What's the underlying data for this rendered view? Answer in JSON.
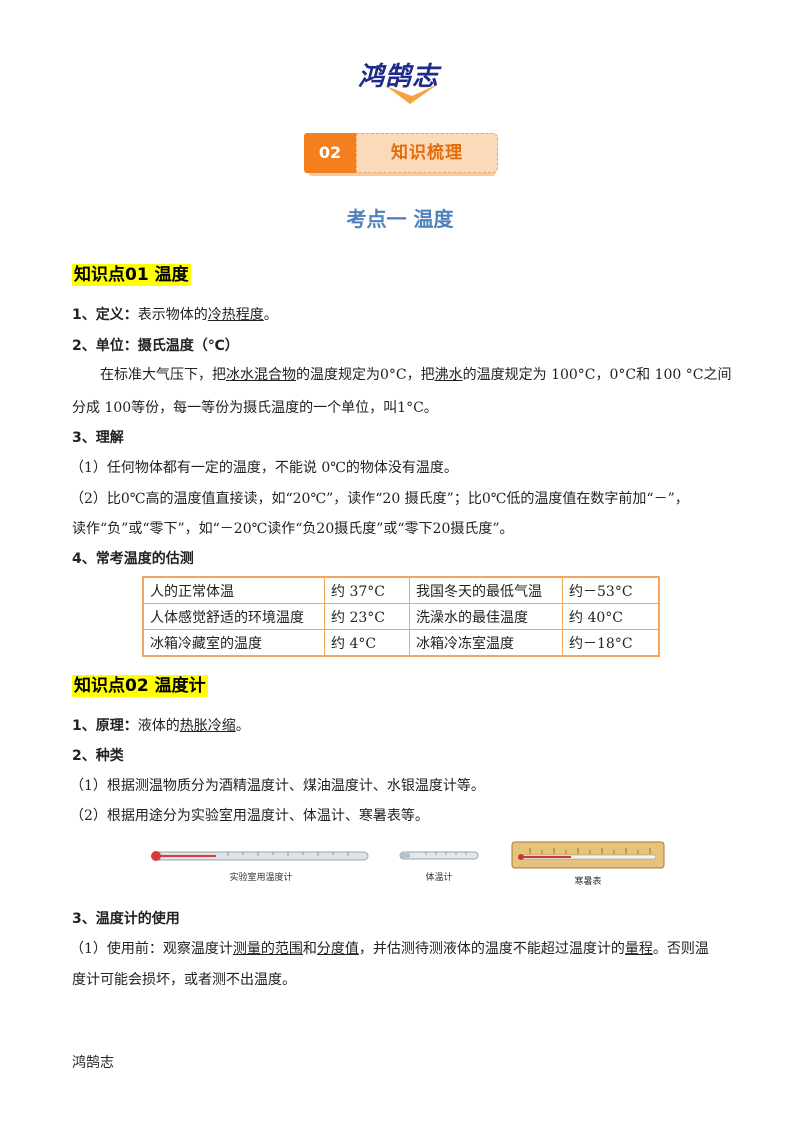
{
  "logo": {
    "text": "鸿鹄志"
  },
  "badge": {
    "number": "02",
    "label": "知识梳理"
  },
  "section_title": "考点一 温度",
  "kp1": {
    "heading": "知识点01 温度",
    "def_label": "1、定义：",
    "def_text": "表示物体的",
    "def_underline": "冷热程度",
    "def_end": "。",
    "unit_label": "2、单位：摄氏温度（℃）",
    "unit_p1_a": "在标准大气压下，把",
    "unit_p1_u1": "冰水混合物",
    "unit_p1_b": "的温度规定为0°C，把",
    "unit_p1_u2": "沸水",
    "unit_p1_c": "的温度规定为  100°C，0°C和  100 °C之间",
    "unit_p2": "分成  100等份，每一等份为摄氏温度的一个单位，叫1°C。",
    "understand_label": "3、理解",
    "understand_1": "（1）任何物体都有一定的温度，不能说 0℃的物体没有温度。",
    "understand_2a": "（2）比0℃高的温度值直接读，如“20℃”，读作“20  摄氏度”；比0℃低的温度值在数字前加“－”，",
    "understand_2b": "读作“负”或“零下”，如“－20℃读作“负20摄氏度”或“零下20摄氏度”。",
    "estimate_label": "4、常考温度的估测",
    "table": [
      [
        "人的正常体温",
        "约 37°C",
        "我国冬天的最低气温",
        "约－53°C"
      ],
      [
        "人体感觉舒适的环境温度",
        "约 23°C",
        "洗澡水的最佳温度",
        "约 40°C"
      ],
      [
        "冰箱冷藏室的温度",
        "约 4°C",
        "冰箱冷冻室温度",
        "约－18°C"
      ]
    ]
  },
  "kp2": {
    "heading": "知识点02 温度计",
    "principle_label": "1、原理：",
    "principle_text": "液体的",
    "principle_underline": "热胀冷缩",
    "principle_end": "。",
    "kinds_label": "2、种类",
    "kinds_1": "（1）根据测温物质分为酒精温度计、煤油温度计、水银温度计等。",
    "kinds_2": "（2）根据用途分为实验室用温度计、体温计、寒暑表等。",
    "captions": [
      "实验室用温度计",
      "体温计",
      "寒暑表"
    ],
    "use_label": "3、温度计的使用",
    "use_1a": "（1）使用前：观察温度计",
    "use_1u1": "测量的范围",
    "use_1b": "和",
    "use_1u2": "分度值",
    "use_1c": "，并估测待测液体的温度不能超过温度计的",
    "use_1u3": "量程",
    "use_1d": "。否则温",
    "use_2": "度计可能会损坏，或者测不出温度。"
  },
  "footer": "鸿鹄志"
}
